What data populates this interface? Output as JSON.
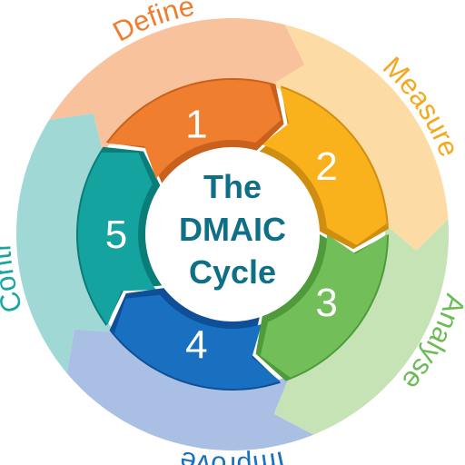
{
  "diagram": {
    "center_lines": [
      "The",
      "DMAIC",
      "Cycle"
    ],
    "stages": [
      {
        "number": "1",
        "label": "Define",
        "color_light": "#f8c39c",
        "color_main": "#ef7f2f",
        "color_dark": "#c9611c",
        "label_color": "#f07d2e"
      },
      {
        "number": "2",
        "label": "Measure",
        "color_light": "#fcdca4",
        "color_main": "#f9b21b",
        "color_dark": "#cf8e10",
        "label_color": "#f5a81d"
      },
      {
        "number": "3",
        "label": "Analyse",
        "color_light": "#c6e3b5",
        "color_main": "#72bf5a",
        "color_dark": "#4f9a3b",
        "label_color": "#6cbb56"
      },
      {
        "number": "4",
        "label": "Improve",
        "color_light": "#a9bfe3",
        "color_main": "#1a70c0",
        "color_dark": "#0f4f97",
        "label_color": "#1a70c0"
      },
      {
        "number": "5",
        "label": "Control",
        "color_light": "#9fd8d5",
        "color_main": "#15a3a0",
        "color_dark": "#0b7d79",
        "label_color": "#19a5a1"
      }
    ]
  }
}
